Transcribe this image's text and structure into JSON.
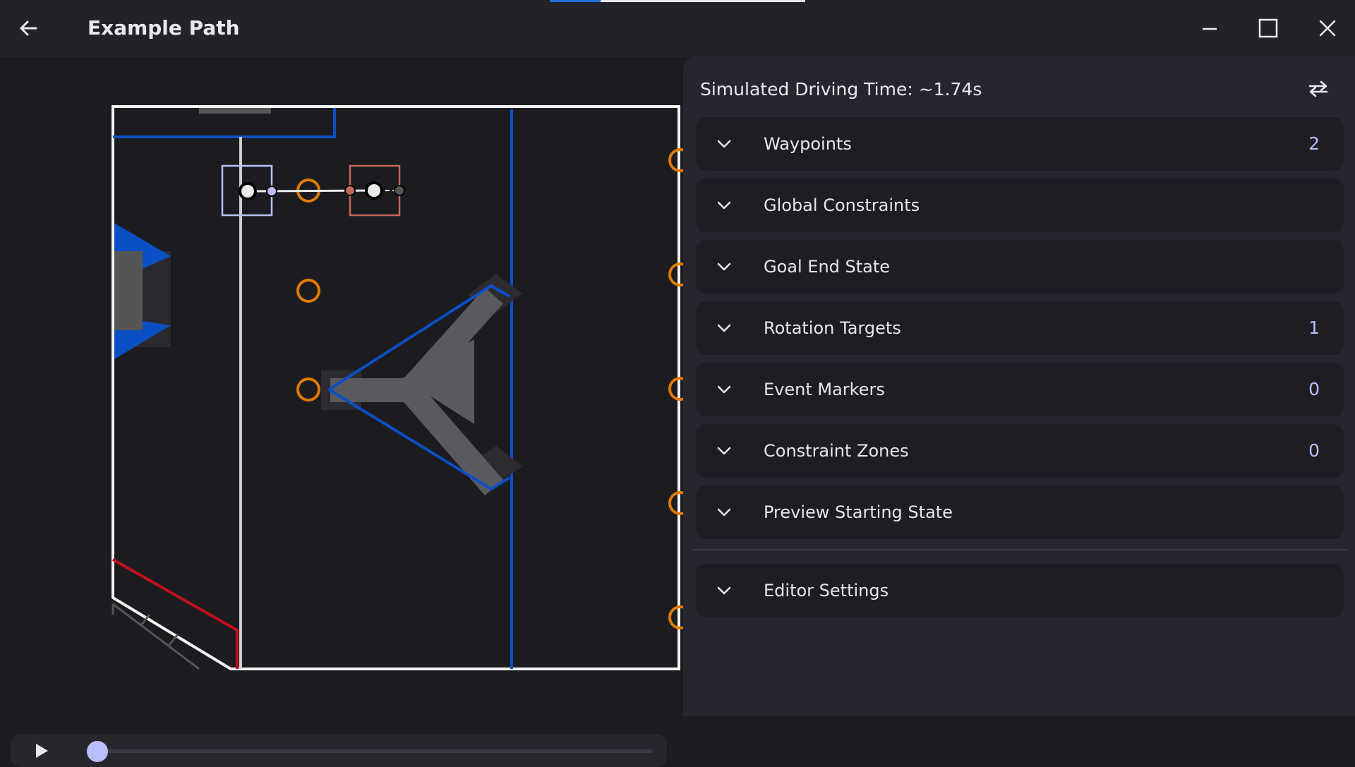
{
  "window": {
    "title": "Example Path"
  },
  "playback": {
    "progress": 0.0
  },
  "sidebar": {
    "simulated_time": "Simulated Driving Time: ~1.74s",
    "sections": [
      {
        "label": "Waypoints",
        "count": "2"
      },
      {
        "label": "Global Constraints",
        "count": ""
      },
      {
        "label": "Goal End State",
        "count": ""
      },
      {
        "label": "Rotation Targets",
        "count": "1"
      },
      {
        "label": "Event Markers",
        "count": "0"
      },
      {
        "label": "Constraint Zones",
        "count": "0"
      },
      {
        "label": "Preview Starting State",
        "count": ""
      }
    ],
    "editor_settings": {
      "label": "Editor Settings"
    }
  },
  "icons": {
    "back": "arrow-left-icon",
    "minimize": "minimize-icon",
    "maximize": "maximize-icon",
    "close": "close-icon",
    "swap": "swap-arrows-icon",
    "play": "play-icon",
    "expand": "chevron-down-icon"
  },
  "colors": {
    "accent": "#b8bffa",
    "blue_alliance": "#0b4fc4",
    "red_alliance": "#c0101e",
    "note_orange": "#e07a00",
    "start_robot": "#b8bffa",
    "end_robot": "#c0675a",
    "sidebar_bg": "#26272e",
    "panel_bg": "#1d1e23"
  }
}
